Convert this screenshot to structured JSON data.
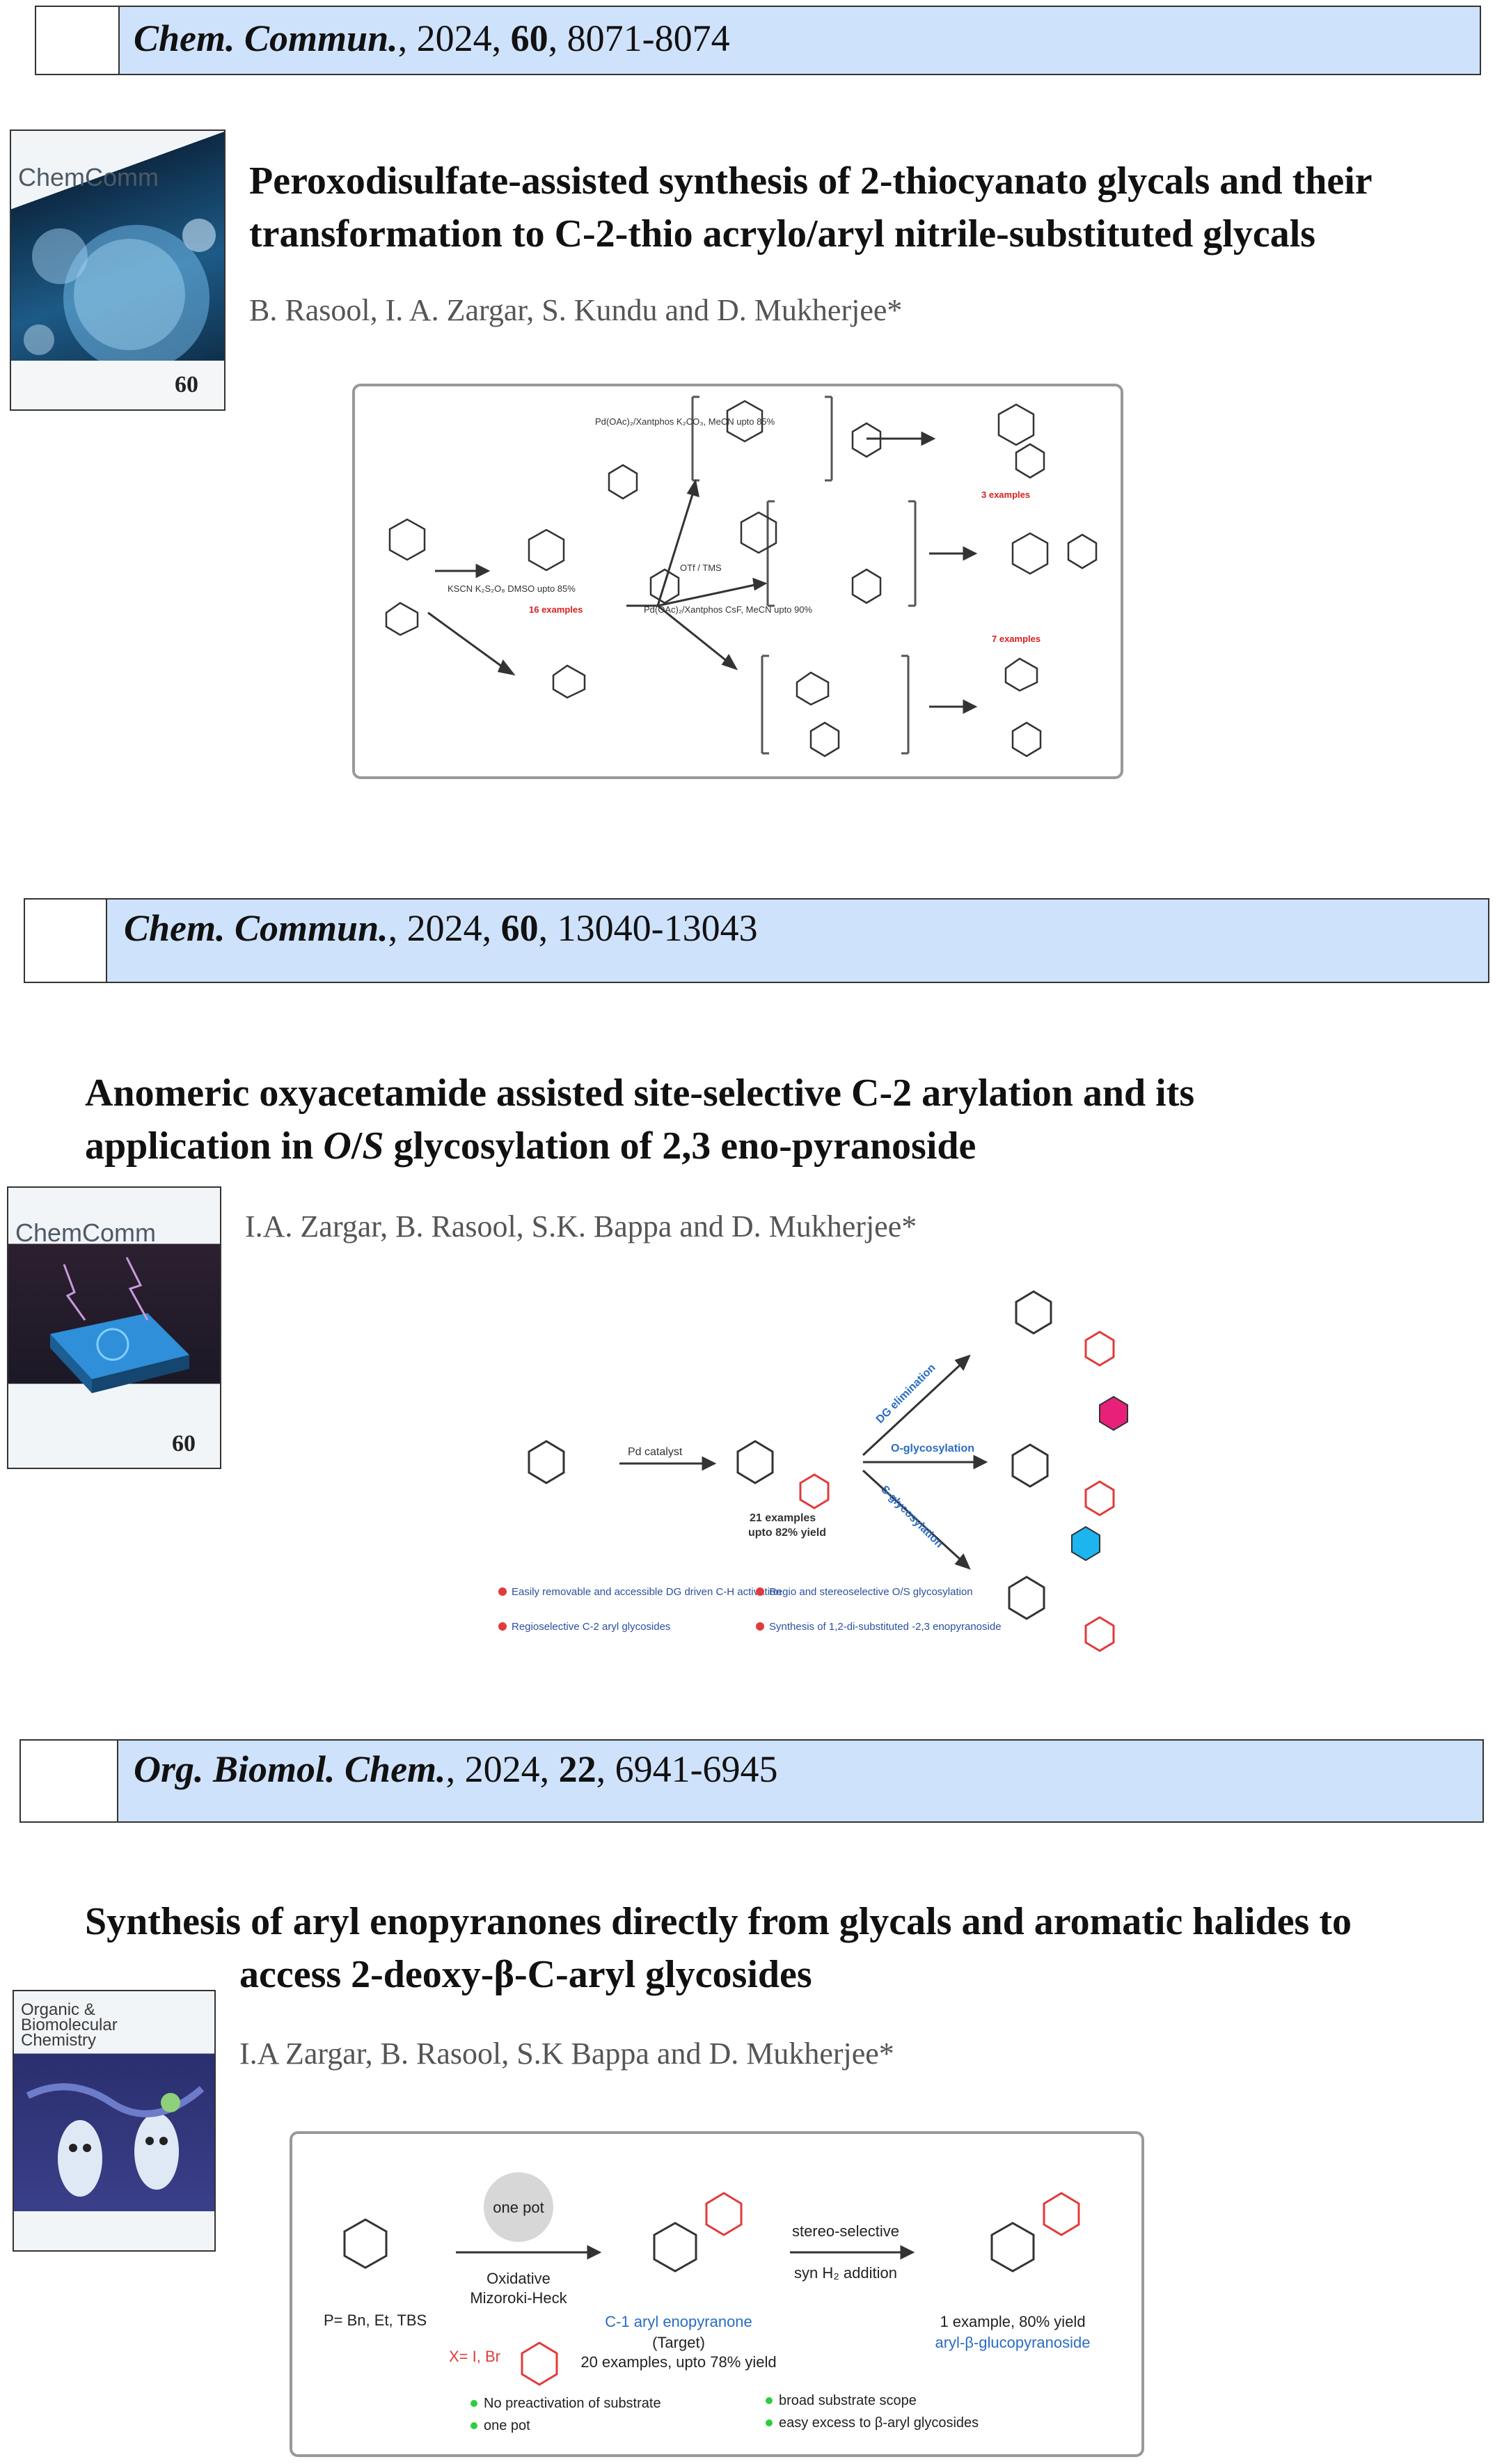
{
  "entries": [
    {
      "journal": "Chem. Commun.",
      "year_text": ", 2024, ",
      "volume": "60",
      "pages": ", 8071-8074",
      "cover_brand": "ChemComm",
      "title_line1": "Peroxodisulfate-assisted synthesis of 2-thiocyanato glycals and their",
      "title_line2": "transformation to C-2-thio acrylo/aryl nitrile-substituted glycals",
      "authors": "B. Rasool, I. A. Zargar, S. Kundu and D. Mukherjee*",
      "scheme": {
        "reagents_top": "Pd(OAc)₂/Xantphos K₂CO₃, MeCN upto 85%",
        "reagents_left": "KSCN K₂S₂O₈ DMSO upto 85%",
        "reagents_bottom": "Pd(OAc)₂/Xantphos CsF, MeCN upto 90%",
        "label_16": "16 examples",
        "label_3": "3 examples",
        "label_7": "7 examples",
        "otf_tms": "OTf / TMS"
      }
    },
    {
      "journal": "Chem. Commun.",
      "year_text": ", 2024, ",
      "volume": "60",
      "pages": ", 13040-13043",
      "cover_brand": "ChemComm",
      "title_line1": "Anomeric oxyacetamide assisted site-selective C-2 arylation and its",
      "title_line2_pre": "application in ",
      "title_line2_italic": "O",
      "title_line2_slash": "/",
      "title_line2_italic2": "S",
      "title_line2_post": " glycosylation of 2,3 eno-pyranoside",
      "authors": "I.A. Zargar, B. Rasool, S.K. Bappa and D. Mukherjee*",
      "scheme": {
        "catalyst": "Pd catalyst",
        "examples": "21 examples",
        "yield": "upto 82% yield",
        "dg": "DG elimination",
        "oglyc": "O-glycosylation",
        "sglyc": "S-glycosylation",
        "b1": "Easily removable and accessible DG driven C-H activation",
        "b2": "Regioselective C-2 aryl glycosides",
        "b3": "Regio and stereoselective O/S glycosylation",
        "b4": "Synthesis of 1,2-di-substituted -2,3 enopyranoside"
      }
    },
    {
      "journal": "Org. Biomol. Chem.",
      "year_text": ", 2024, ",
      "volume": "22",
      "pages": ", 6941-6945",
      "cover_brand": "Organic & Biomolecular Chemistry",
      "title_line1": "Synthesis of aryl enopyranones directly from glycals and aromatic halides to",
      "title_line2": "access 2-deoxy-β-C-aryl glycosides",
      "authors": "I.A Zargar, B. Rasool, S.K Bappa and D. Mukherjee*",
      "scheme": {
        "one_pot": "one pot",
        "oxidative": "Oxidative",
        "mizoroki": "Mizoroki-Heck",
        "p_def": "P= Bn, Et, TBS",
        "x_def": "X= I, Br",
        "product": "C-1 aryl enopyranone",
        "target": "(Target)",
        "examples": "20 examples, upto 78% yield",
        "stereo": "stereo-selective",
        "syn": "syn H₂ addition",
        "one_example": "1 example, 80% yield",
        "glucopyranoside": "aryl-β-glucopyranoside",
        "b1": "No preactivation of substrate",
        "b2": "one pot",
        "b3": "broad substrate scope",
        "b4": "easy excess to β-aryl glycosides"
      }
    }
  ]
}
